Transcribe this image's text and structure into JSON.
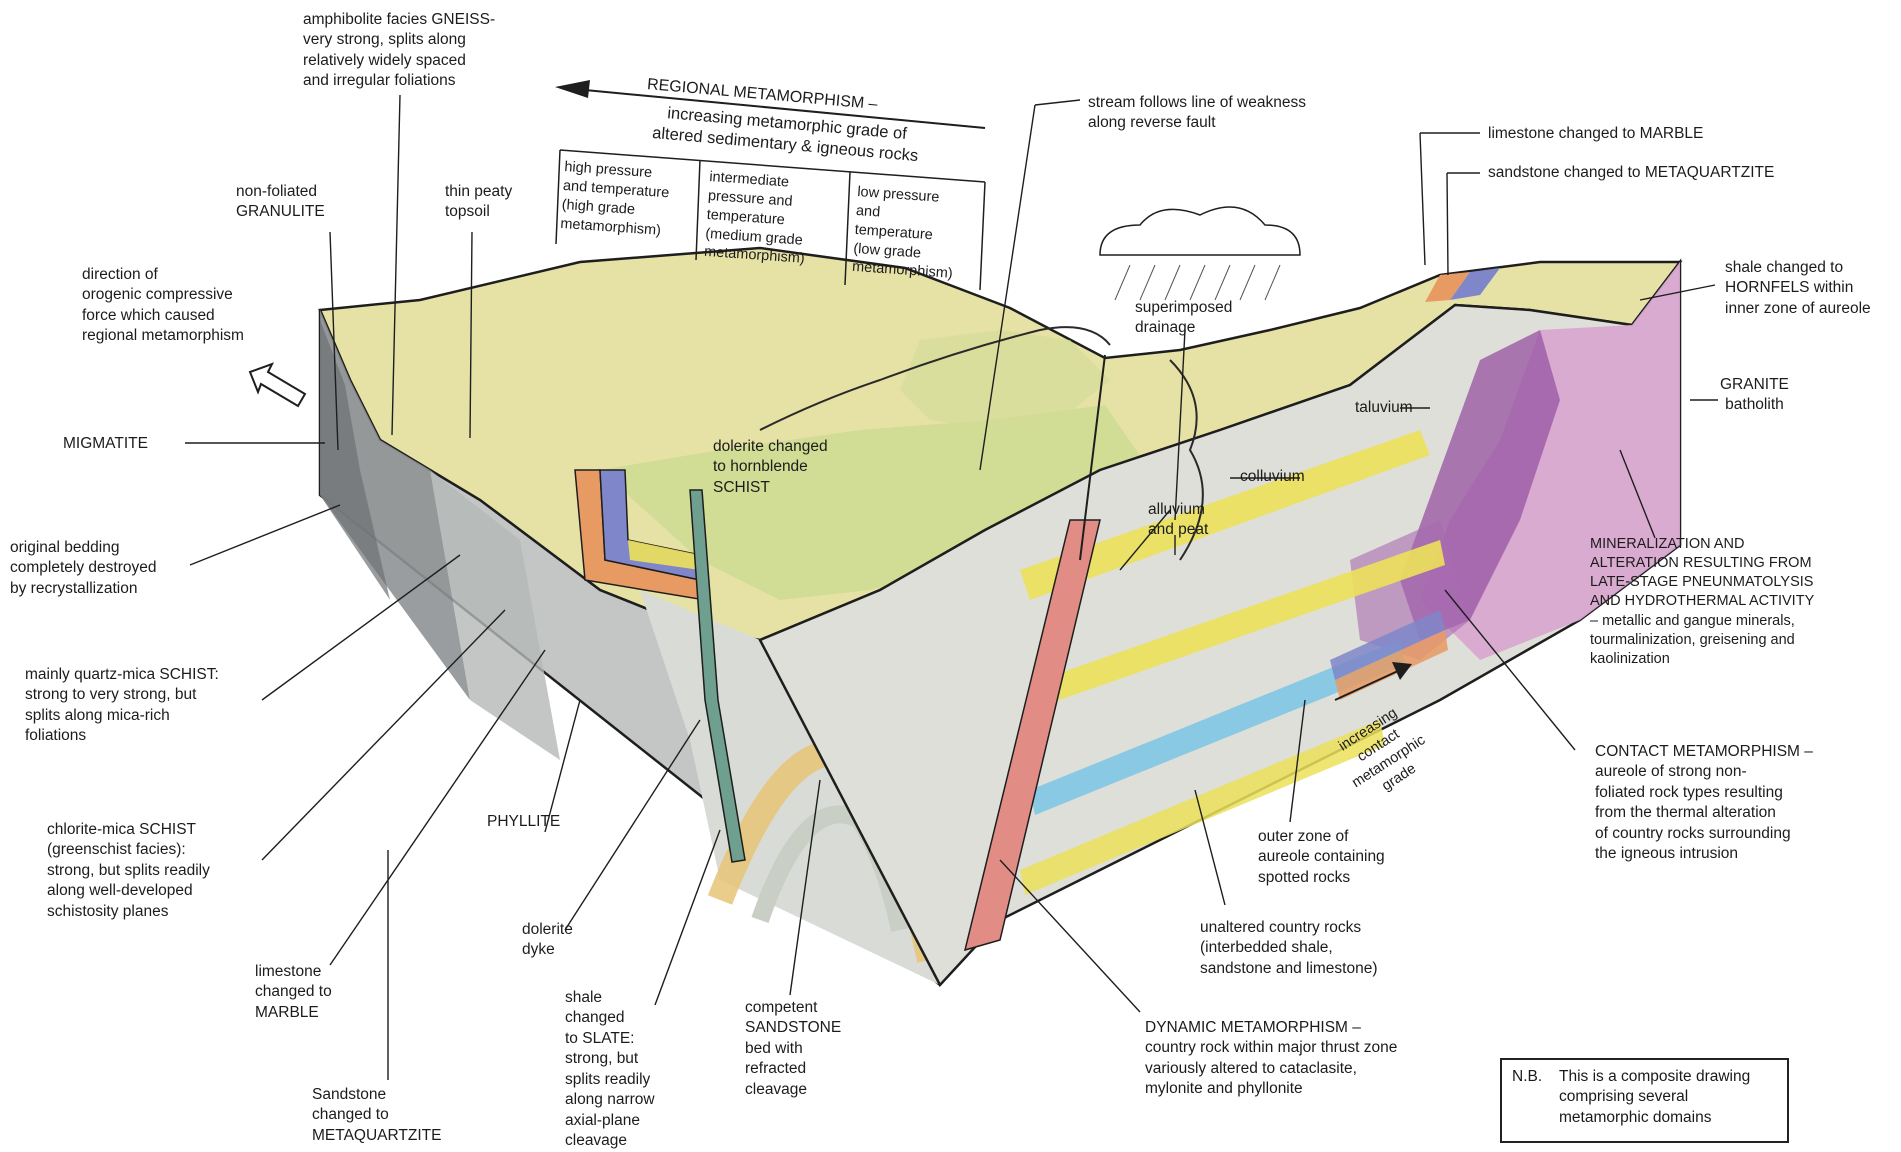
{
  "labels": {
    "gneiss": "amphibolite facies GNEISS-\nvery strong, splits along\nrelatively widely spaced\nand irregular foliations",
    "granulite": "non-foliated\nGRANULITE",
    "peaty": "thin peaty\ntopsoil",
    "direction": "direction of\norogenic compressive\nforce which caused\nregional metamorphism",
    "migmatite": "MIGMATITE",
    "bedding": "original bedding\ncompletely destroyed\nby recrystallization",
    "qm_schist": "mainly quartz-mica SCHIST:\nstrong to very strong, but\nsplits along mica-rich\nfoliations",
    "chlorite": "chlorite-mica SCHIST\n(greenschist facies):\nstrong, but splits readily\nalong well-developed\nschistosity planes",
    "phyllite": "PHYLLITE",
    "limestone_left": "limestone\nchanged to\nMARBLE",
    "sandstone_left": "Sandstone\nchanged to\nMETAQUARTZITE",
    "dyke": "dolerite\ndyke",
    "slate": "shale\nchanged\nto SLATE:\nstrong, but\nsplits readily\nalong narrow\naxial-plane\ncleavage",
    "competent": "competent\nSANDSTONE\nbed with\nrefracted\ncleavage",
    "dolerite_schist": "dolerite changed\nto hornblende\nSCHIST",
    "regional_title": "REGIONAL METAMORPHISM –",
    "regional_sub": "increasing metamorphic grade of\naltered sedimentary & igneous rocks",
    "zone_high": "high pressure\nand temperature\n(high grade\nmetamorphism)",
    "zone_mid": "intermediate\npressure and\ntemperature\n(medium grade\nmetamorphism)",
    "zone_low": "low pressure\nand\ntemperature\n(low grade\nmetamorphism)",
    "stream": "stream follows line of weakness\nalong reverse fault",
    "superimposed": "superimposed\ndrainage",
    "taluvium": "taluvium",
    "colluvium": "colluvium",
    "alluvium": "alluvium\nand peat",
    "marble_right": "limestone changed to MARBLE",
    "metaq_right": "sandstone changed to METAQUARTZITE",
    "hornfels": "shale changed to\nHORNFELS within\ninner zone of aureole",
    "granite": "GRANITE\nbatholith",
    "mineralization": "MINERALIZATION AND\nALTERATION RESULTING FROM\nLATE-STAGE PNEUNMATOLYSIS\nAND HYDROTHERMAL ACTIVITY\n– metallic and gangue minerals,\ntourmalinization, greisening and\nkaolinization",
    "contact": "CONTACT METAMORPHISM –\naureole of strong non-\nfoliated rock types resulting\nfrom the thermal alteration\nof country rocks surrounding\nthe igneous intrusion",
    "increasing_contact": "increasing\ncontact\nmetamorphic\ngrade",
    "outer_zone": "outer zone of\naureole containing\nspotted rocks",
    "unaltered": "unaltered country rocks\n(interbedded shale,\nsandstone and limestone)",
    "dynamic": "DYNAMIC METAMORPHISM –\ncountry rock within major thrust zone\nvariously altered to cataclasite,\nmylonite and phyllonite"
  },
  "note": {
    "label": "N.B.",
    "text": "This is a composite drawing\ncomprising several\nmetamorphic domains"
  },
  "colors": {
    "surface": "#e6e2a6",
    "surface_green": "#c9d98e",
    "gneiss_grey": "#8f9295",
    "schist_grey": "#c3c6c4",
    "slate_face": "#d9dbd6",
    "marble_blue": "#7f86c9",
    "metaquartzite_orange": "#e89a63",
    "granite_pink": "#d9a8d0",
    "hornfels_purple": "#9b5aa5",
    "limestone_cyan": "#7fc6e4",
    "sandstone_yellow": "#ece15a",
    "dyke_green": "#6f9f8f",
    "fault_red": "#e18d86",
    "outline": "#1e1e1e"
  }
}
